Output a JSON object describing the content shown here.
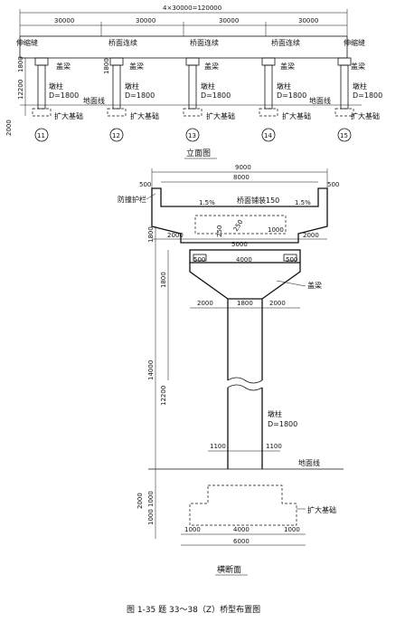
{
  "elevation": {
    "total_dim": "4×30000=120000",
    "span_dims": [
      "30000",
      "30000",
      "30000",
      "30000"
    ],
    "left_joint": "伸缩缝",
    "right_joint": "伸缩缝",
    "deck_continuity": [
      "桥面连续",
      "桥面连续",
      "桥面连续"
    ],
    "cap_beam_labels": [
      "盖梁",
      "盖梁",
      "盖梁",
      "盖梁",
      "盖梁"
    ],
    "pier_labels": [
      "墩柱",
      "墩柱",
      "墩柱",
      "墩柱",
      "墩柱"
    ],
    "pier_dia": "D=1800",
    "ground_line": "地面线",
    "foundation_labels": [
      "扩大基础",
      "扩大基础",
      "扩大基础",
      "扩大基础",
      "扩大基础"
    ],
    "left_dims": [
      "1800",
      "12200",
      "2000"
    ],
    "mid_dim": "1800",
    "axis_labels": [
      "11",
      "12",
      "13",
      "14",
      "15"
    ],
    "title": "立面图"
  },
  "cross_section": {
    "top_dims": [
      "9000",
      "8000"
    ],
    "side_500_l": "500",
    "side_500_r": "500",
    "guard_rail": "防撞护栏",
    "slope_l": "1.5%",
    "slope_r": "1.5%",
    "paving": "桥面铺装150",
    "box_dims": [
      "2000",
      "5000",
      "2000"
    ],
    "inner_dims": [
      "250",
      "250",
      "1000"
    ],
    "cap_dims": [
      "4000",
      "500",
      "500"
    ],
    "cap_beam": "盖梁",
    "under_cap_dims": [
      "2000",
      "1800",
      "2000"
    ],
    "left_vert": [
      "1800",
      "1800",
      "14000",
      "12200",
      "2000",
      "1000",
      "1000"
    ],
    "column_label": "墩柱",
    "column_dia": "D=1800",
    "base_dims": [
      "1100",
      "1100"
    ],
    "ground_line": "地面线",
    "foundation": "扩大基础",
    "found_dims": [
      "1000",
      "4000",
      "1000"
    ],
    "found_total": "6000",
    "title": "横断面"
  },
  "caption": "图 1-35  题 33～38（Z）桥型布置图"
}
